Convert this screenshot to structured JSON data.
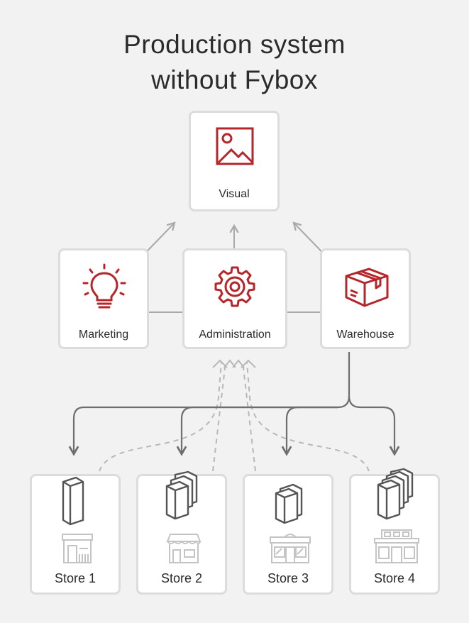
{
  "title": {
    "line1": "Production system",
    "line2": "without Fybox"
  },
  "nodes": {
    "visual": {
      "label": "Visual",
      "icon": "image-icon"
    },
    "marketing": {
      "label": "Marketing",
      "icon": "lightbulb-icon"
    },
    "administration": {
      "label": "Administration",
      "icon": "gear-icon"
    },
    "warehouse": {
      "label": "Warehouse",
      "icon": "box-icon"
    }
  },
  "stores": [
    {
      "label": "Store 1",
      "icon": "storefront-icon"
    },
    {
      "label": "Store 2",
      "icon": "storefront-icon"
    },
    {
      "label": "Store 3",
      "icon": "storefront-icon"
    },
    {
      "label": "Store 4",
      "icon": "storefront-icon"
    }
  ],
  "colors": {
    "accent": "#b5252a",
    "line": "#9a9a9a",
    "dashed": "#b8b8b8",
    "card_border": "#dcdcdc",
    "background": "#f2f2f2"
  }
}
